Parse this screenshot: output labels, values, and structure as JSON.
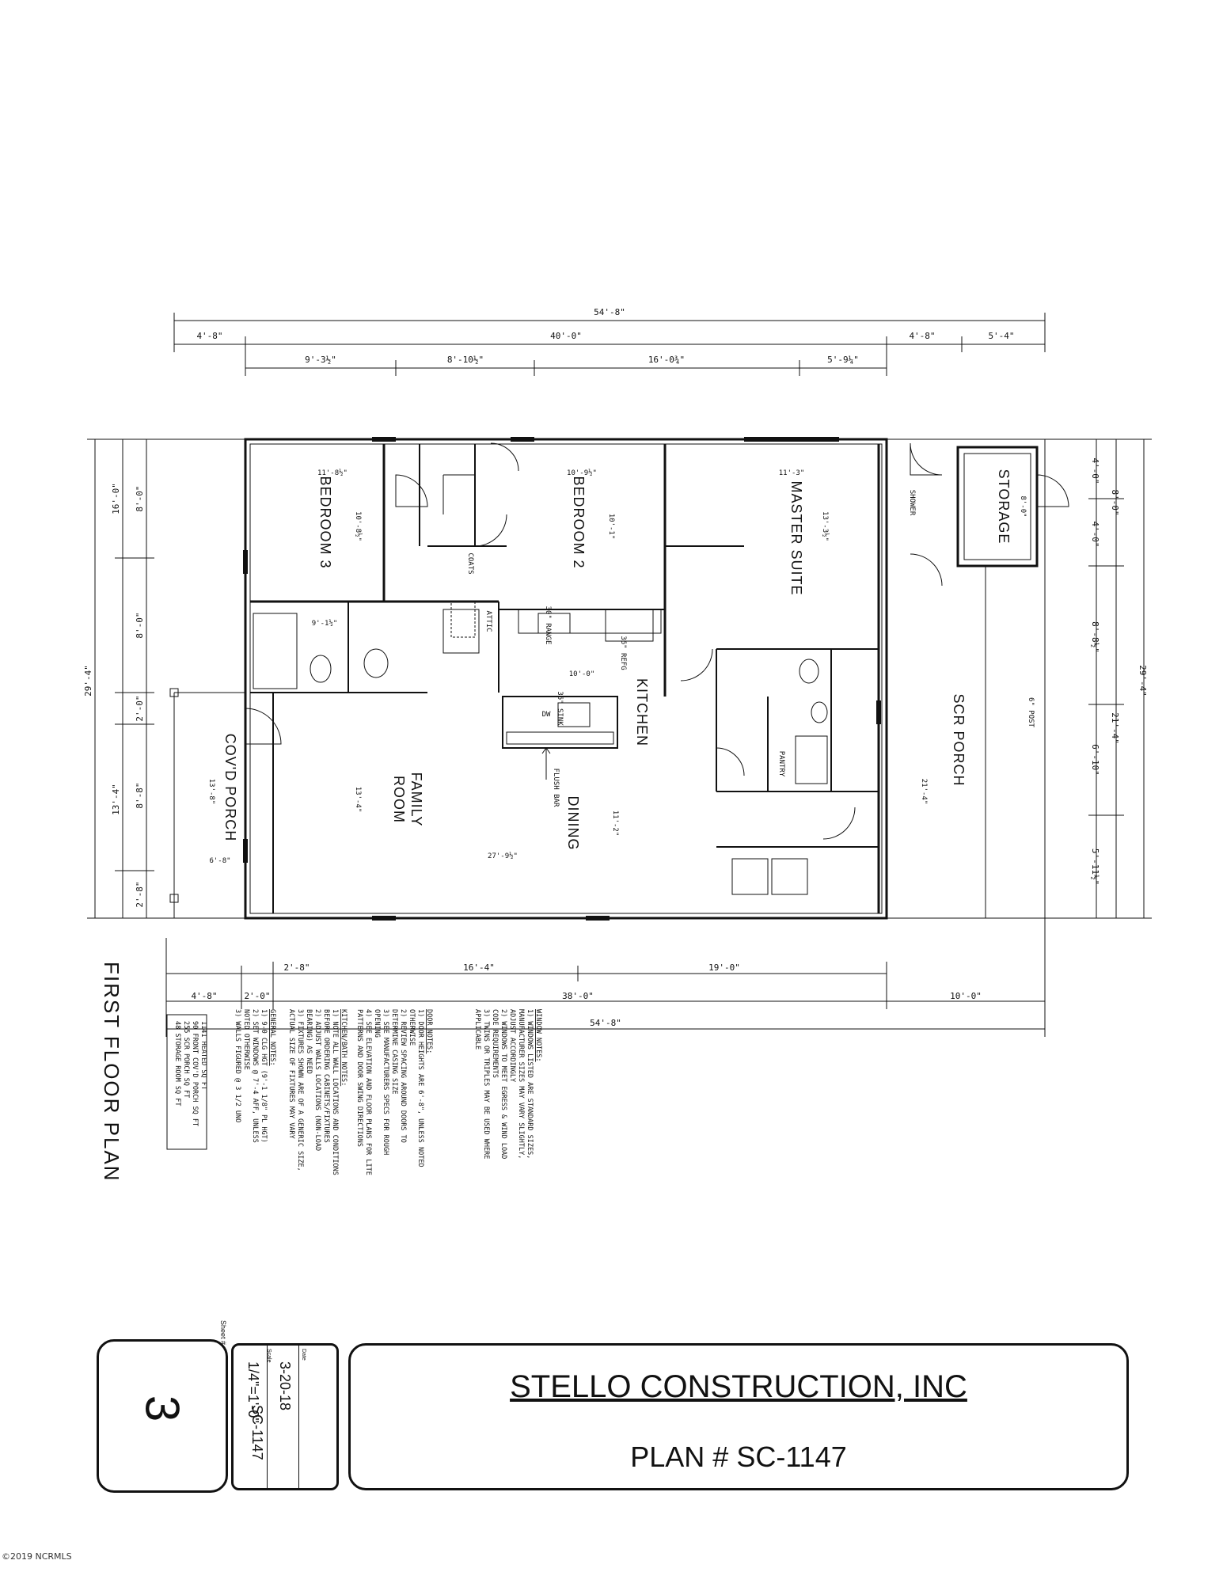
{
  "dimensions": {
    "top_overall": "54'-8\"",
    "top_left_seg": "4'-8\"",
    "top_main": "40'-0\"",
    "top_right_a": "4'-8\"",
    "top_right_b": "5'-4\"",
    "top_sub_1": "9'-3½\"",
    "top_sub_2": "8'-10½\"",
    "top_sub_3": "16'-0¾\"",
    "top_sub_4": "5'-9¼\"",
    "left_overall": "29'-4\"",
    "left_a": "16'-0\"",
    "left_a1": "8'-0\"",
    "left_a2": "8'-0\"",
    "left_b": "2'-0\"",
    "left_c": "13'-4\"",
    "left_c1": "8'-8\"",
    "left_d": "2'-8\"",
    "right_overall": "29'-4\"",
    "right_a": "4'-0\"",
    "right_b": "8'-0\"",
    "right_c": "4'-0\"",
    "right_d": "8'-8½\"",
    "right_e": "21'-4\"",
    "right_f": "6'-10\"",
    "right_g": "5'-11½\"",
    "bot_1": "4'-8\"",
    "bot_2": "2'-0\"",
    "bot_3": "2'-8\"",
    "bot_4": "16'-4\"",
    "bot_5": "19'-0\"",
    "bot_6": "38'-0\"",
    "bot_7": "10'-0\"",
    "bot_overall": "54'-8\""
  },
  "rooms": {
    "bedroom3": "BEDROOM 3",
    "bedroom2": "BEDROOM 2",
    "master": "MASTER SUITE",
    "storage": "STORAGE",
    "kitchen": "KITCHEN",
    "family": "FAMILY",
    "family2": "ROOM",
    "dining": "DINING",
    "covd_porch": "COV'D PORCH",
    "scr_porch": "SCR PORCH"
  },
  "labels": {
    "b3_w": "11'-8½\"",
    "b3_h": "10'-8½\"",
    "b2_w": "10'-9½\"",
    "b2_h": "10'-1\"",
    "ms_w": "11'-3\"",
    "ms_h": "13'-3½\"",
    "bath_w": "9'-1½\"",
    "fam_h": "13'-4\"",
    "fam_w": "27'-9½\"",
    "kit_w": "10'-0\"",
    "dining_h": "11'-2\"",
    "scr_h": "21'-4\"",
    "covd_h": "13'-8\"",
    "covd_w": "6'-8\"",
    "coats": "COATS",
    "pantry": "PANTRY",
    "flush_bar": "FLUSH BAR",
    "range": "30\" RANGE",
    "sink": "36\" SINK",
    "refg": "36\" REFG",
    "dw": "DW",
    "shower": "SHOWER",
    "storage_dim": "8'-0\"",
    "post": "6\" POST",
    "attic": "ATTIC"
  },
  "plan_title": "FIRST FLOOR PLAN",
  "notes": {
    "window_title": "WINDOW NOTES:",
    "window_lines": [
      "1) WINDOWS LISTED ARE STANDARD SIZES,",
      "MANUFACTURER SIZES MAY VARY SLIGHTLY,",
      "ADJUST ACCORDINGLY",
      "2) WINDOWS TO MEET EGRESS & WIND LOAD",
      "CODE REQUIREMENTS",
      "3) TWINS OR TRIPLES MAY BE USED WHERE",
      "APPLICABLE"
    ],
    "door_title": "DOOR NOTES:",
    "door_lines": [
      "1) DOOR HEIGHTS ARE 6'-8\", UNLESS NOTED",
      "OTHERWISE",
      "2) REVIEW SPACING AROUND DOORS TO",
      "DETERMINE CASING SIZE",
      "3) SEE MANUFACTURERS SPECS FOR ROUGH",
      "OPENING",
      "4) SEE ELEVATION AND FLOOR PLANS FOR LITE",
      "PATTERNS AND DOOR SWING DIRECTIONS"
    ],
    "kitchen_title": "KITCHEN/BATH NOTES:",
    "kitchen_lines": [
      "1) NOTE ALL WALL LOCATIONS AND CONDITIONS",
      "BEFORE ORDERING CABINETS/FIXTURES",
      "2) ADJUST WALLS LOCATIONS (NON-LOAD",
      "BEARING) AS NEED",
      "3) FIXTURES SHOWN ARE OF A GENERIC SIZE,",
      "ACTUAL SIZE OF FIXTURES MAY VARY"
    ],
    "general_title": "GENERAL NOTES:",
    "general_lines": [
      "1) 9-0 CLG HGT (9'-1 1/8\" PL HGT)",
      "2) SET WINDOWS @ 7'-4 AFF, UNLESS",
      "NOTED OTHERWISE",
      "3) WALLS FIGURED @ 3 1/2 UNO"
    ],
    "area_lines": [
      "1141 HEATED SQ FT",
      "90 FRONT COV'D PORCH SQ FT",
      "255 SCR PORCH SQ FT",
      "48 STORAGE ROOM SQ FT"
    ]
  },
  "title_block": {
    "sheet_label": "Sheet #",
    "sheet_number": "3",
    "date_label": "Date",
    "scale_label": "Scale",
    "plan_code": "SC-1147",
    "date": "3-20-18",
    "scale": "1/4\"=1'-0\"",
    "company": "STELLO CONSTRUCTION, INC",
    "plan_number": "PLAN # SC-1147"
  },
  "watermark": "©2019 NCRMLS"
}
